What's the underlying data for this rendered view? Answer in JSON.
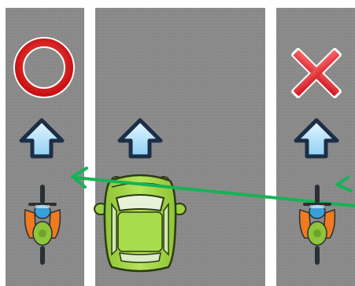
{
  "scene": {
    "left_lane": {
      "sign": "circle",
      "sign_meaning": "allowed"
    },
    "right_lane": {
      "sign": "cross",
      "sign_meaning": "not-allowed"
    },
    "lane_arrow_direction": "up",
    "path_arrow_direction": "left"
  },
  "colors": {
    "background": "#ffffff",
    "road": "#8a8a8a",
    "circle_sign": "#e01f1f",
    "cross_sign": "#e0262e",
    "arrow_fill": "#bfe6ff",
    "arrow_outline": "#1c2e45",
    "car_body": "#a7d84a",
    "path_arrow": "#16b356",
    "cyclist_shirt": "#f07a1f",
    "cyclist_jersey": "#8fc43b",
    "cyclist_helmet": "#3aa0d8"
  }
}
